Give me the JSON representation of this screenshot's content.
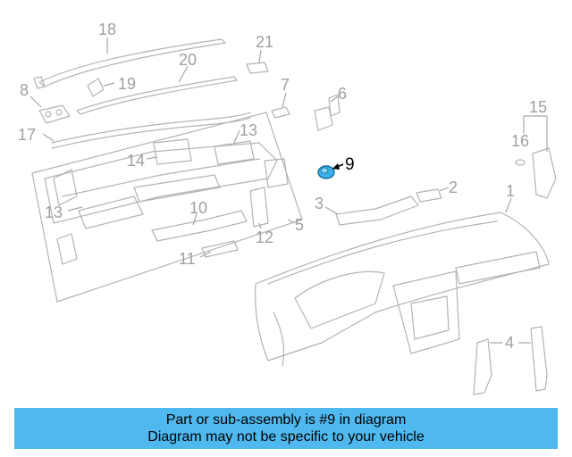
{
  "callouts": {
    "c1": "1",
    "c2": "2",
    "c3": "3",
    "c4": "4",
    "c5": "5",
    "c6": "6",
    "c7": "7",
    "c8": "8",
    "c9": "9",
    "c10": "10",
    "c11": "11",
    "c12": "12",
    "c13a": "13",
    "c13b": "13",
    "c14": "14",
    "c15": "15",
    "c16": "16",
    "c17": "17",
    "c18": "18",
    "c19": "19",
    "c20": "20",
    "c21": "21"
  },
  "highlighted_part": "9",
  "colors": {
    "highlight_part": "#3aaee8",
    "banner_background": "#4fb8ee",
    "line_art": "#b3b3b3"
  },
  "banner": {
    "line1": "Part or sub-assembly is #9 in diagram",
    "line2": "Diagram may not be specific to your vehicle"
  }
}
